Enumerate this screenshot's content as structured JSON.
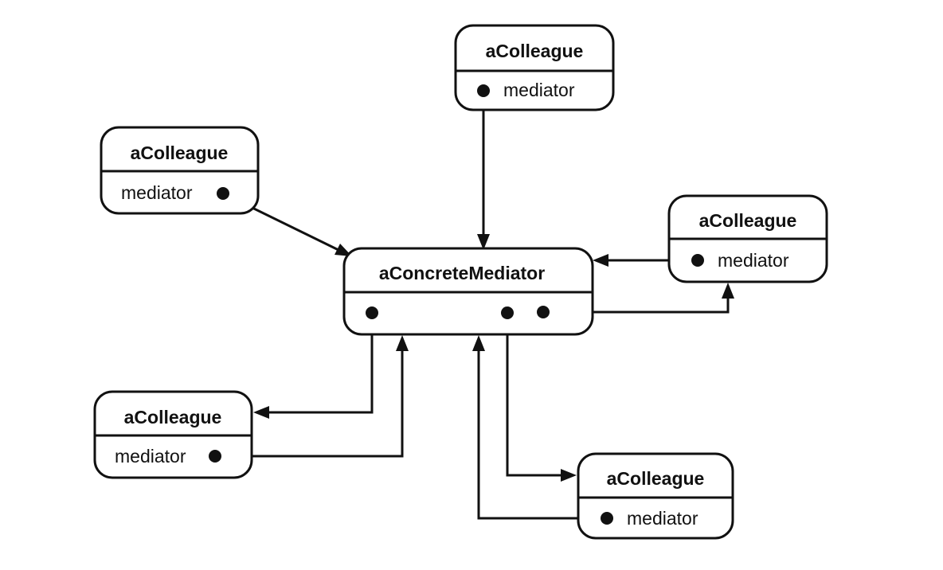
{
  "colors": {
    "line": "#111111",
    "background": "#ffffff"
  },
  "mediator": {
    "title": "aConcreteMediator"
  },
  "colleagues": [
    {
      "title": "aColleague",
      "field": "mediator"
    },
    {
      "title": "aColleague",
      "field": "mediator"
    },
    {
      "title": "aColleague",
      "field": "mediator"
    },
    {
      "title": "aColleague",
      "field": "mediator"
    },
    {
      "title": "aColleague",
      "field": "mediator"
    }
  ]
}
